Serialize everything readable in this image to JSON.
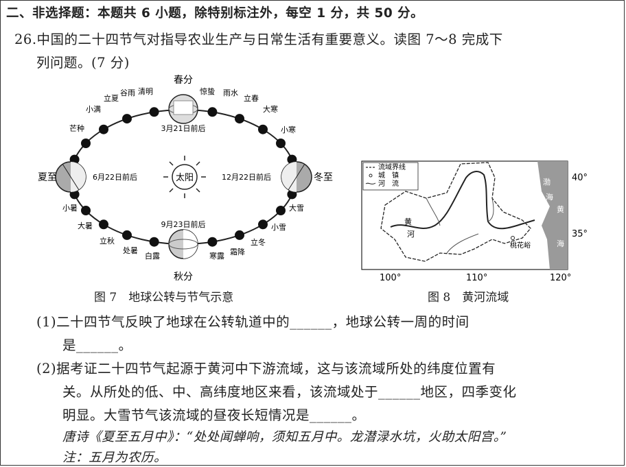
{
  "section_header": "二、非选择题：本题共 6 小题，除特别标注外，每空 1 分，共 50 分。",
  "question": {
    "number": "26.",
    "line1": "中国的二十四节气对指导农业生产与日常生活有重要意义。读图 7～8 完成下",
    "line2": "列问题。(7 分)"
  },
  "fig7": {
    "caption": "图 7　地球公转与节气示意",
    "sun": "太阳",
    "cardinal": {
      "spring": "春分",
      "summer": "夏至",
      "autumn": "秋分",
      "winter": "冬至"
    },
    "dates": {
      "mar": "3月21日前后",
      "jun": "6月22日前后",
      "sep": "9月23日前后",
      "dec": "12月22日前后"
    },
    "terms": [
      "清明",
      "谷雨",
      "立夏",
      "小满",
      "芒种",
      "惊蛰",
      "雨水",
      "立春",
      "大寒",
      "小寒",
      "小暑",
      "大暑",
      "立秋",
      "处暑",
      "白露",
      "寒露",
      "霜降",
      "立冬",
      "小雪",
      "大雪"
    ]
  },
  "fig8": {
    "caption": "图 8　黄河流域",
    "legend": [
      "流域界线",
      "城　镇",
      "河　流"
    ],
    "labels": {
      "lat40": "40°",
      "lat35": "35°",
      "lon100": "100°",
      "lon110": "110°",
      "lon120": "120°",
      "city": "桃花峪",
      "sea1": "渤",
      "sea2": "海",
      "sea3": "黄",
      "sea4": "海",
      "river1": "黄",
      "river2": "河"
    }
  },
  "q1": {
    "line1": "(1)二十四节气反映了地球在公转轨道中的______，地球公转一周的时间",
    "line2": "是______。"
  },
  "q2": {
    "line1": "(2)据考证二十四节气起源于黄河中下游流域，这与该流域所处的纬度位置有",
    "line2": "关。从所处的低、中、高纬度地区来看，该流域处于______地区，四季变化",
    "line3": "明显。大雪节气该流域的昼夜长短情况是______。",
    "poem": "唐诗《夏至五月中》：“处处闻蝉响，须知五月中。龙潜渌水坑，火助太阳宫。”",
    "note": "注：五月为农历。"
  }
}
